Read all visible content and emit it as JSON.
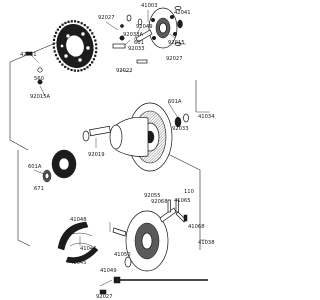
{
  "diagram": {
    "labels": {
      "p41003": "41003",
      "p92027_a": "92027",
      "p92049": "92049",
      "p92033_a": "92033A",
      "p601": "601",
      "p92033_b": "92033",
      "p42041": "42041",
      "p92022": "92022",
      "p42031": "42031",
      "p92015": "92015",
      "p92027_b": "92027",
      "p92015_a": "92015A",
      "p560": "560",
      "p601a": "601A",
      "p92033_c": "92033",
      "p41034": "41034",
      "p92019": "92019",
      "p601a_b": "601A",
      "p671": "671",
      "p41048": "41048",
      "p41045": "41045",
      "p41038": "41038",
      "p41049": "41049",
      "p92027_c": "92027",
      "p92055": "92055",
      "p92068": "92068",
      "p41068": "41068",
      "p41050": "41050",
      "p41046": "41046",
      "p41065": "41065",
      "p110": "110"
    }
  }
}
